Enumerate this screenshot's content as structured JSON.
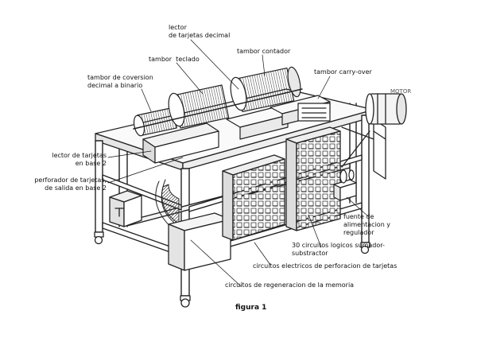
{
  "labels": {
    "lector_decimal": "lector\nde tarjetas decimal",
    "tambor_teclado": "tambor  teclado",
    "tambor_contador": "tambor contador",
    "tambor_conversion": "tambor de coversion\ndecimal a binario",
    "tambor_carry": "tambor carry-over",
    "motor": "MOTOR",
    "lector_base2": "lector de tarjetas\nen base 2",
    "perforador": "perforador de tarjetas,\nde salida en base 2",
    "fuente": "fuente de\nalimentacion y\nregulador",
    "circuitos_logicos": "30 circuitos logicos sumador-\nsubstractor",
    "circuitos_perforacion": "circuitos electricos de perforacion de tarjetas",
    "circuitos_memoria": "circuitos de regeneracion de la memoria"
  },
  "caption": "figura 1"
}
